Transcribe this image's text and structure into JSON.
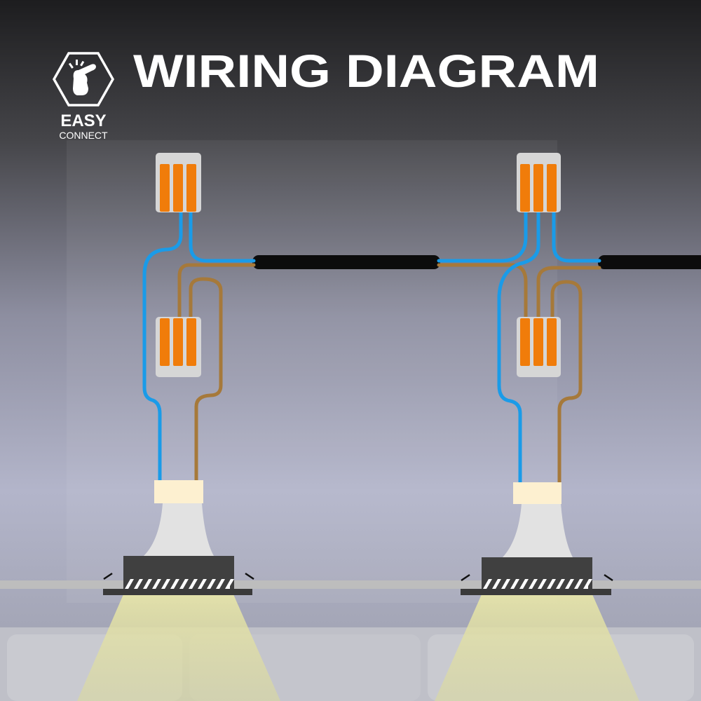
{
  "header": {
    "title": "WIRING DIAGRAM",
    "badge_line1": "EASY",
    "badge_line2": "CONNECT",
    "badge_icon": "hand-click-icon"
  },
  "colors": {
    "live_wire": "#1a9be8",
    "neutral_wire": "#a6793a",
    "cable": "#0c0c0c",
    "connector_lever": "#f07c0a",
    "connector_body": "#d6d6d6",
    "terminal_block": "#fdf0d0"
  }
}
